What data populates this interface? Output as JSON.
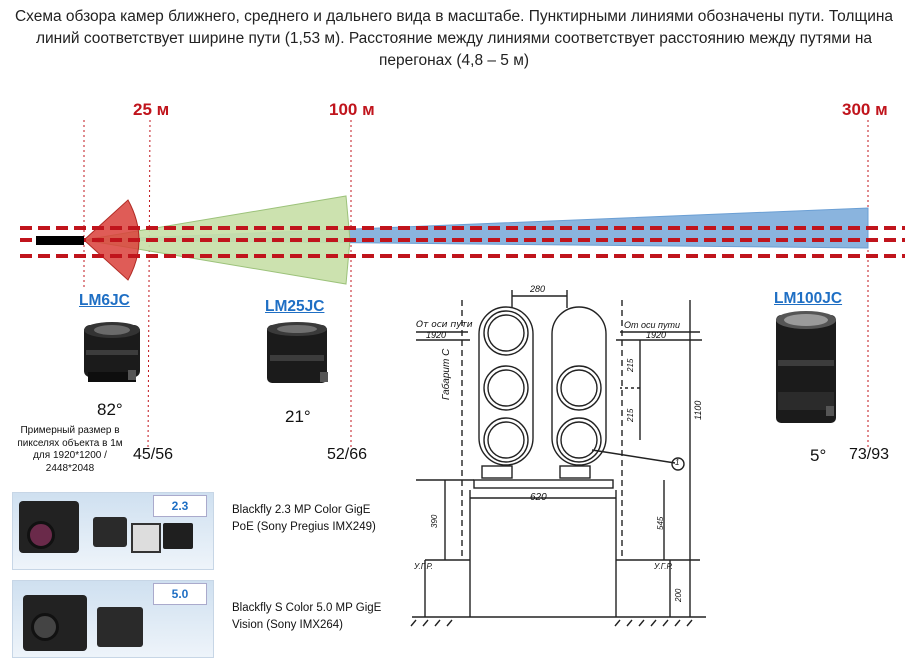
{
  "caption": "Схема обзора камер ближнего, среднего и дальнего вида в масштабе. Пунктирными линиями обозначены пути. Толщина линий соответствует ширине пути (1,53 м). Расстояние между линиями соответствует расстоянию между путями на перегонах (4,8 – 5 м)",
  "distances": {
    "d25": "25 м",
    "d100": "100 м",
    "d300": "300 м"
  },
  "colors": {
    "red": "#c0141c",
    "near": "#d9403a",
    "mid": "#c8e0a8",
    "far": "#8ab4de",
    "link": "#1f6fc4"
  },
  "lenses": {
    "lm6": {
      "title": "LM6JC",
      "angle": "82°",
      "res": "45/56"
    },
    "lm25": {
      "title": "LM25JC",
      "angle": "21°",
      "res": "52/66"
    },
    "lm100": {
      "title": "LM100JC",
      "angle": "5°",
      "res": "73/93"
    }
  },
  "pixel_note": "Примерный размер в пикселях объекта в 1м для 1920*1200 / 2448*2048",
  "cameras": {
    "c1": {
      "badge": "2.3",
      "desc": "Blackfly 2.3 MP Color GigE PoE (Sony Pregius IMX249)"
    },
    "c2": {
      "badge": "5.0",
      "desc": "Blackfly S Color 5.0 MP GigE Vision (Sony IMX264)"
    }
  },
  "signal_drawing": {
    "left_label": "От оси пути",
    "left_value": "1920",
    "right_label": "От оси пути",
    "right_value": "1920",
    "gabarit": "Габарит С",
    "dim_top": "280",
    "dim_bottom": "620",
    "dim_height": "1100",
    "dim_215a": "215",
    "dim_215b": "215",
    "dim_390": "390",
    "dim_545": "545",
    "dim_200": "200",
    "ugr_left": "У.Г.Р.",
    "ugr_right": "У.Г.Р.",
    "callout": "1"
  }
}
